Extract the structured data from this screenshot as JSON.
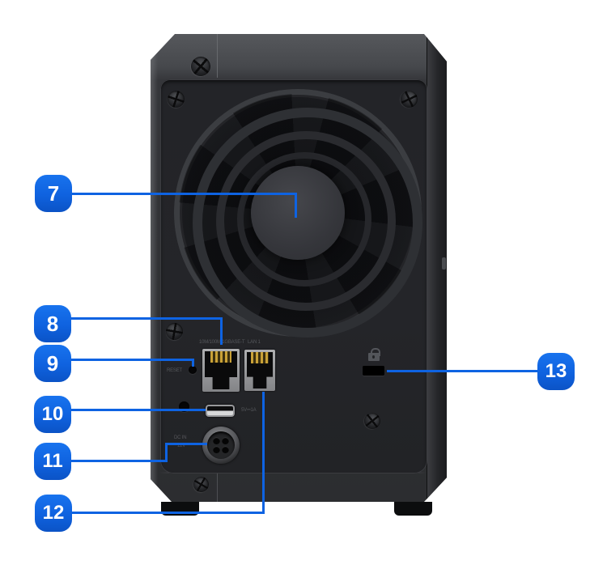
{
  "figure": {
    "kind": "hardware-rear-view-callout-diagram",
    "background_color": "#ffffff",
    "accent_color": "#0E63E2",
    "device_body_color": "#2e2f33"
  },
  "callouts": [
    {
      "number": "7",
      "target": "fan"
    },
    {
      "number": "8",
      "target": "lan-port-left"
    },
    {
      "number": "9",
      "target": "reset-button"
    },
    {
      "number": "10",
      "target": "usb-port"
    },
    {
      "number": "11",
      "target": "power-port"
    },
    {
      "number": "12",
      "target": "lan-port-right"
    },
    {
      "number": "13",
      "target": "kensington-security-slot"
    }
  ],
  "panel_labels": {
    "reset": "RESET",
    "lan_left": "10M/100M/1GBASE-T",
    "lan_right": "LAN 1",
    "usb": "5V⎓1A",
    "dc_in_line1": "DC IN",
    "dc_in_line2": "12V"
  }
}
